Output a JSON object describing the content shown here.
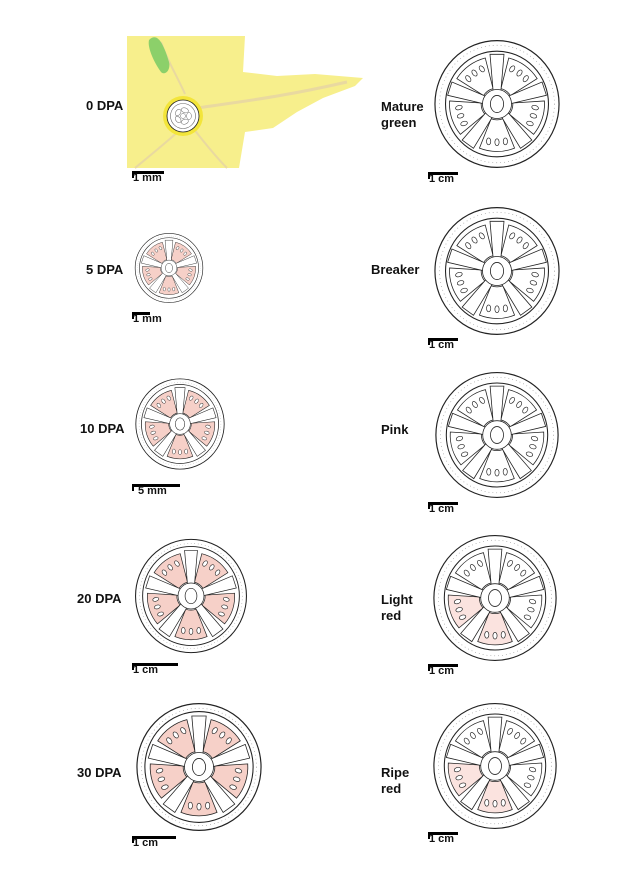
{
  "stages": [
    {
      "id": "0dpa",
      "label_lines": [
        "0 DPA"
      ],
      "scale_text": "1 mm",
      "tint": "flower"
    },
    {
      "id": "5dpa",
      "label_lines": [
        "5 DPA"
      ],
      "scale_text": "1 mm",
      "tint": "pink"
    },
    {
      "id": "10dpa",
      "label_lines": [
        "10 DPA"
      ],
      "scale_text": "5 mm",
      "tint": "pink"
    },
    {
      "id": "20dpa",
      "label_lines": [
        "20 DPA"
      ],
      "scale_text": "1 cm",
      "tint": "pink"
    },
    {
      "id": "30dpa",
      "label_lines": [
        "30 DPA"
      ],
      "scale_text": "1 cm",
      "tint": "pink"
    },
    {
      "id": "mature-green",
      "label_lines": [
        "Mature",
        "green"
      ],
      "scale_text": "1 cm",
      "tint": "none"
    },
    {
      "id": "breaker",
      "label_lines": [
        "Breaker"
      ],
      "scale_text": "1 cm",
      "tint": "none"
    },
    {
      "id": "pink",
      "label_lines": [
        "Pink"
      ],
      "scale_text": "1 cm",
      "tint": "none"
    },
    {
      "id": "light-red",
      "label_lines": [
        "Light",
        "red"
      ],
      "scale_text": "1 cm",
      "tint": "lightred"
    },
    {
      "id": "ripe-red",
      "label_lines": [
        "Ripe",
        "red"
      ],
      "scale_text": "1 cm",
      "tint": "lightred"
    }
  ],
  "colors": {
    "outline": "#222222",
    "locule_pink": "#f6d0c8",
    "light_red": "#fbe3df",
    "petal_yellow": "#f7ef8c",
    "petal_vein": "#e9d9a0",
    "sepal_green": "#8cd06a",
    "center_yellow": "#f3e53a"
  }
}
